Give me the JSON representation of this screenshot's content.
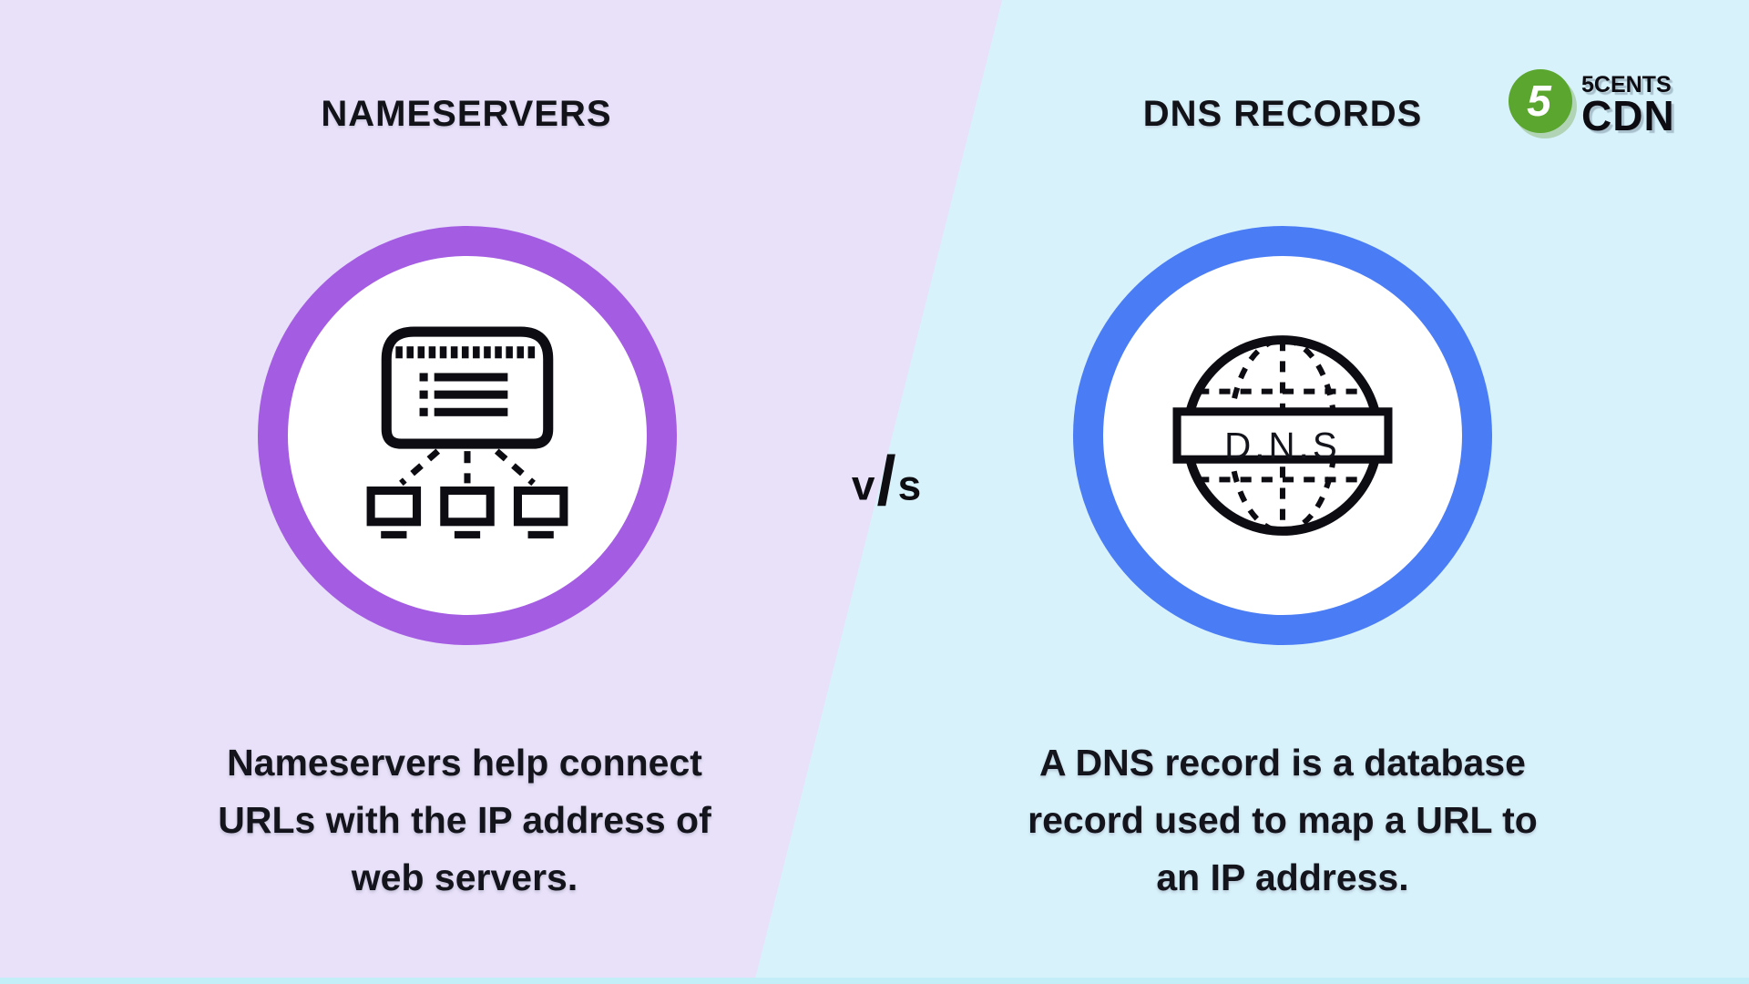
{
  "colors": {
    "lavender": "#e8e1f9",
    "cyan": "#d8f2fb",
    "strip": "#c3edf7",
    "purple": "#a45ce3",
    "blue": "#4a7cf6",
    "green": "#5ba62e",
    "ink": "#121219"
  },
  "left": {
    "title": "NAMESERVERS",
    "desc_lines": [
      "Nameservers help connect",
      "URLs with the IP address of",
      "web servers."
    ]
  },
  "right": {
    "title": "DNS RECORDS",
    "icon_label": "D.N.S",
    "desc_lines": [
      "A DNS record is a database",
      "record used to map a URL to",
      "an IP address."
    ]
  },
  "vs": {
    "left": "v",
    "slash": "/",
    "right": "s"
  },
  "logo": {
    "number": "5",
    "line1": "5CENTS",
    "line2": "CDN"
  }
}
